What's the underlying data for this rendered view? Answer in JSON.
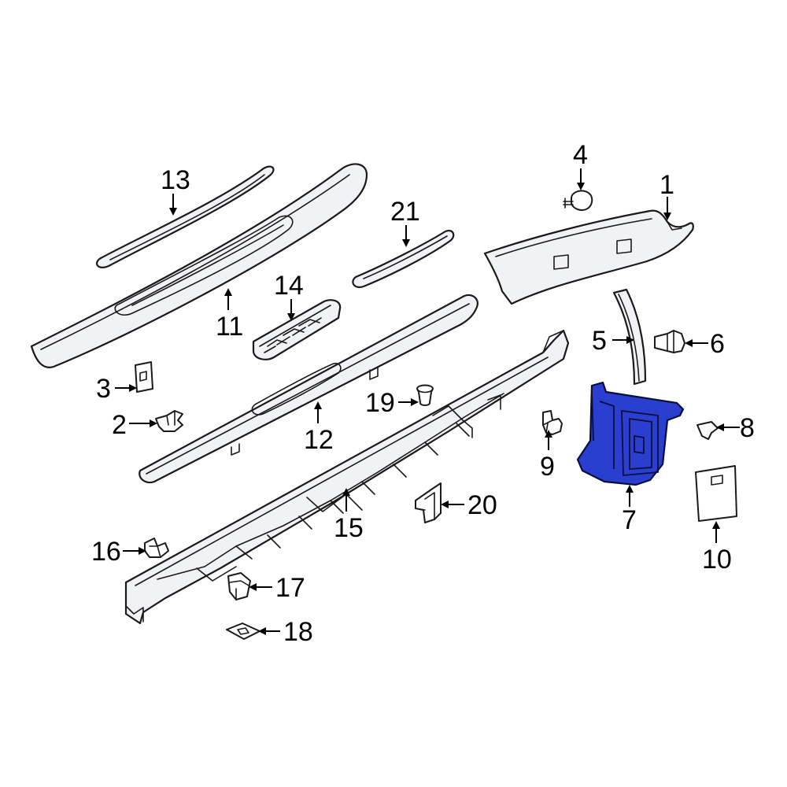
{
  "diagram": {
    "highlight_color": "#2a3fd0",
    "callouts": [
      {
        "id": "1",
        "label": "1"
      },
      {
        "id": "2",
        "label": "2"
      },
      {
        "id": "3",
        "label": "3"
      },
      {
        "id": "4",
        "label": "4"
      },
      {
        "id": "5",
        "label": "5"
      },
      {
        "id": "6",
        "label": "6"
      },
      {
        "id": "7",
        "label": "7"
      },
      {
        "id": "8",
        "label": "8"
      },
      {
        "id": "9",
        "label": "9"
      },
      {
        "id": "10",
        "label": "10"
      },
      {
        "id": "11",
        "label": "11"
      },
      {
        "id": "12",
        "label": "12"
      },
      {
        "id": "13",
        "label": "13"
      },
      {
        "id": "14",
        "label": "14"
      },
      {
        "id": "15",
        "label": "15"
      },
      {
        "id": "16",
        "label": "16"
      },
      {
        "id": "17",
        "label": "17"
      },
      {
        "id": "18",
        "label": "18"
      },
      {
        "id": "19",
        "label": "19"
      },
      {
        "id": "20",
        "label": "20"
      },
      {
        "id": "21",
        "label": "21"
      }
    ]
  }
}
